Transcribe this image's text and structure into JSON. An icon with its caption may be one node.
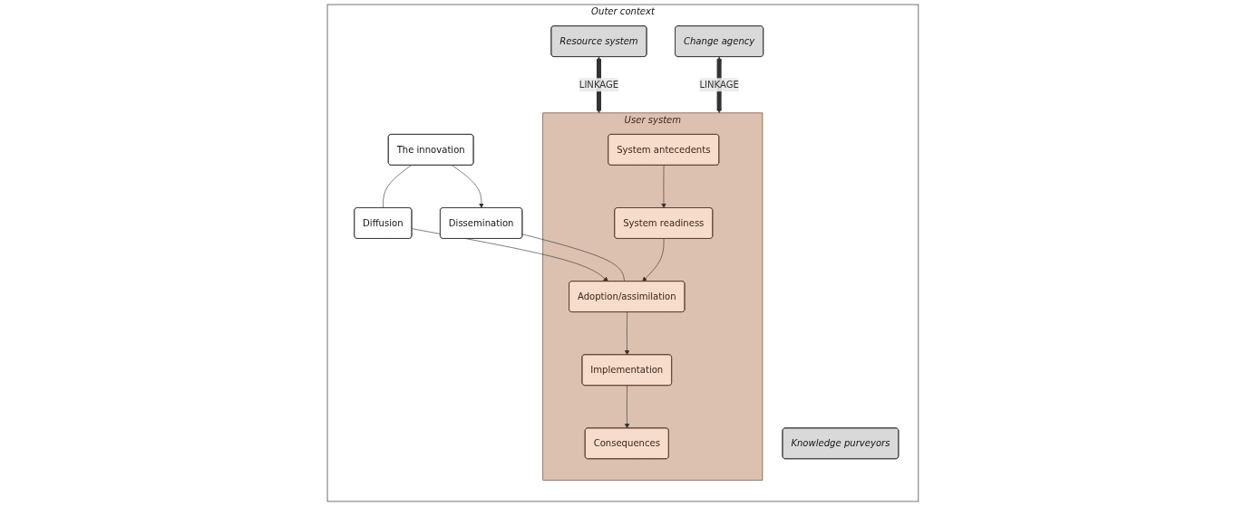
{
  "diagram": {
    "nodes": [
      {
        "text": [
          "Outer context"
        ]
      },
      {
        "text": [
          "Resource system"
        ],
        "in": 0
      },
      {
        "text": [
          "Knowledge purveyors"
        ],
        "in": 0
      },
      {
        "text": [
          "Change agency"
        ],
        "in": 0
      },
      {
        "text": [
          "The innovation"
        ],
        "in": 0
      },
      {
        "text": [
          "Diffusion"
        ],
        "in": 0
      },
      {
        "text": [
          "Dissemination"
        ],
        "in": 0
      },
      {
        "text": [
          "User system"
        ],
        "in": 0
      },
      {
        "text": [
          "System antecedents"
        ],
        "in": 7
      },
      {
        "text": [
          "System readiness"
        ],
        "in": 7
      },
      {
        "text": [
          "Adoption/assimilation"
        ],
        "in": 7
      },
      {
        "text": [
          "Implementation"
        ],
        "in": 7
      },
      {
        "text": [
          "Consequences"
        ],
        "in": 7
      }
    ],
    "edges": [
      {
        "from": 1,
        "to": 7,
        "arrow": "both",
        "label": "LINKAGE",
        "style": "thick"
      },
      {
        "from": 4,
        "to": 6,
        "arrow": "to"
      },
      {
        "from": 4,
        "to": 5,
        "arrow": "none"
      },
      {
        "from": 5,
        "to": 10,
        "arrow": "to"
      },
      {
        "from": 6,
        "to": 10,
        "arrow": "none"
      },
      {
        "from": 3,
        "to": 7,
        "arrow": "both",
        "label": "LINKAGE",
        "style": "thick"
      },
      {
        "from": 8,
        "to": 9,
        "arrow": "to"
      },
      {
        "from": 9,
        "to": 10,
        "arrow": "to"
      },
      {
        "from": 10,
        "to": 11,
        "arrow": "to"
      },
      {
        "from": 11,
        "to": 12,
        "arrow": "to"
      }
    ]
  }
}
